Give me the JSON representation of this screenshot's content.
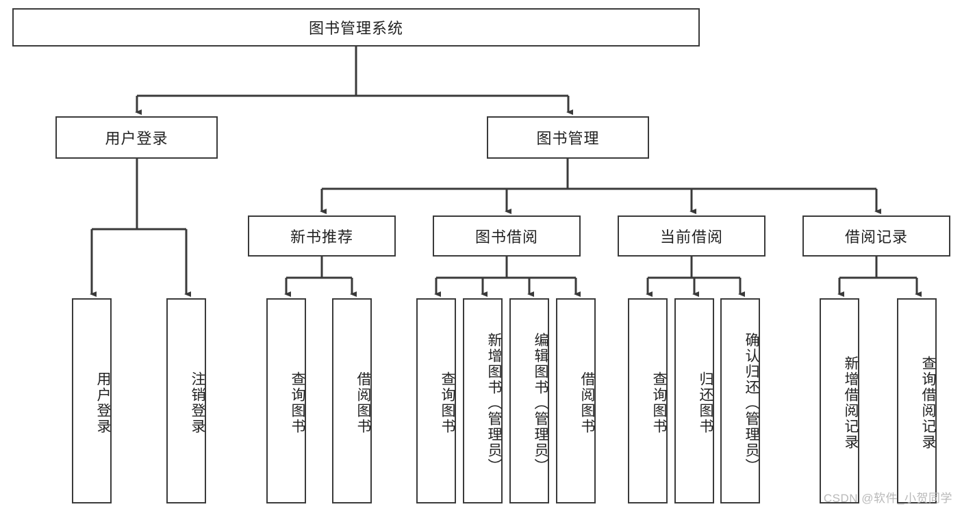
{
  "diagram": {
    "type": "tree",
    "title": "图书管理系统",
    "watermark": "CSDN @软件_小贺同学",
    "colors": {
      "box_border": "#3a3a3a",
      "box_fill": "#ffffff",
      "connector": "#3a3a3a",
      "text": "#222222",
      "watermark": "#b9b9b9"
    },
    "nodes": {
      "root": {
        "label": "图书管理系统",
        "level": 1,
        "orientation": "horizontal"
      },
      "n_user_login": {
        "label": "用户登录",
        "level": 2,
        "orientation": "horizontal"
      },
      "n_book_mgmt": {
        "label": "图书管理",
        "level": 2,
        "orientation": "horizontal"
      },
      "n_new_book_rec": {
        "label": "新书推荐",
        "level": 3,
        "orientation": "horizontal"
      },
      "n_book_borrow": {
        "label": "图书借阅",
        "level": 3,
        "orientation": "horizontal"
      },
      "n_current_borrow": {
        "label": "当前借阅",
        "level": 3,
        "orientation": "horizontal"
      },
      "n_borrow_record": {
        "label": "借阅记录",
        "level": 3,
        "orientation": "horizontal"
      },
      "l_user_login": {
        "label": "用户登录",
        "level": 4,
        "orientation": "vertical"
      },
      "l_user_logout": {
        "label": "注销登录",
        "level": 4,
        "orientation": "vertical"
      },
      "l_query_book_1": {
        "label": "查询图书",
        "level": 4,
        "orientation": "vertical"
      },
      "l_borrow_book_1": {
        "label": "借阅图书",
        "level": 4,
        "orientation": "vertical"
      },
      "l_query_book_2": {
        "label": "查询图书",
        "level": 4,
        "orientation": "vertical"
      },
      "l_add_book": {
        "label": "新增图书（管理员）",
        "level": 4,
        "orientation": "vertical"
      },
      "l_edit_book": {
        "label": "编辑图书（管理员）",
        "level": 4,
        "orientation": "vertical"
      },
      "l_borrow_book_2": {
        "label": "借阅图书",
        "level": 4,
        "orientation": "vertical"
      },
      "l_query_book_3": {
        "label": "查询图书",
        "level": 4,
        "orientation": "vertical"
      },
      "l_return_book": {
        "label": "归还图书",
        "level": 4,
        "orientation": "vertical"
      },
      "l_confirm_return": {
        "label": "确认归还（管理员）",
        "level": 4,
        "orientation": "vertical"
      },
      "l_add_record": {
        "label": "新增借阅记录",
        "level": 4,
        "orientation": "vertical"
      },
      "l_query_record": {
        "label": "查询借阅记录",
        "level": 4,
        "orientation": "vertical"
      }
    },
    "edges": [
      {
        "from": "root",
        "to": "n_user_login"
      },
      {
        "from": "root",
        "to": "n_book_mgmt"
      },
      {
        "from": "n_book_mgmt",
        "to": "n_new_book_rec"
      },
      {
        "from": "n_book_mgmt",
        "to": "n_book_borrow"
      },
      {
        "from": "n_book_mgmt",
        "to": "n_current_borrow"
      },
      {
        "from": "n_book_mgmt",
        "to": "n_borrow_record"
      },
      {
        "from": "n_user_login",
        "to": "l_user_login"
      },
      {
        "from": "n_user_login",
        "to": "l_user_logout"
      },
      {
        "from": "n_new_book_rec",
        "to": "l_query_book_1"
      },
      {
        "from": "n_new_book_rec",
        "to": "l_borrow_book_1"
      },
      {
        "from": "n_book_borrow",
        "to": "l_query_book_2"
      },
      {
        "from": "n_book_borrow",
        "to": "l_add_book"
      },
      {
        "from": "n_book_borrow",
        "to": "l_edit_book"
      },
      {
        "from": "n_book_borrow",
        "to": "l_borrow_book_2"
      },
      {
        "from": "n_current_borrow",
        "to": "l_query_book_3"
      },
      {
        "from": "n_current_borrow",
        "to": "l_return_book"
      },
      {
        "from": "n_current_borrow",
        "to": "l_confirm_return"
      },
      {
        "from": "n_borrow_record",
        "to": "l_add_record"
      },
      {
        "from": "n_borrow_record",
        "to": "l_query_record"
      }
    ]
  }
}
